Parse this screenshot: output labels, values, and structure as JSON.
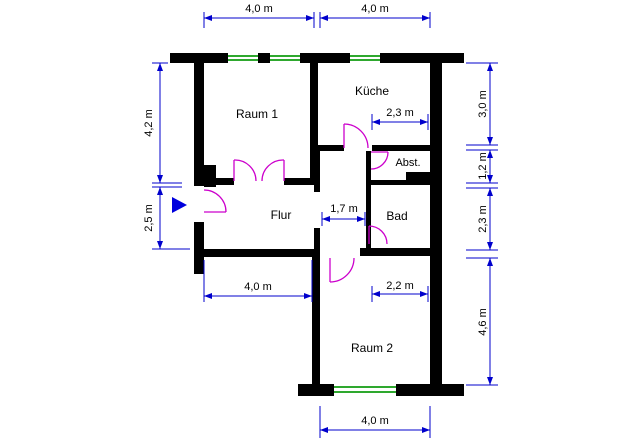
{
  "colors": {
    "wall": "#000000",
    "dimension": "#0000cc",
    "door": "#cc00cc",
    "window": "#2ea82e",
    "entrance_marker": "#0000dd",
    "background": "#ffffff"
  },
  "rooms": {
    "raum1": "Raum 1",
    "kueche": "Küche",
    "abst": "Abst.",
    "flur": "Flur",
    "bad": "Bad",
    "raum2": "Raum 2"
  },
  "dimensions": {
    "top_left": "4,0 m",
    "top_right": "4,0 m",
    "left_upper": "4,2 m",
    "left_lower": "2,5 m",
    "right_1": "3,0 m",
    "right_2": "1,2 m",
    "right_3": "2,3 m",
    "right_4": "4,6 m",
    "kueche_width": "2,3 m",
    "flur_width": "1,7 m",
    "raum1_bottom": "4,0 m",
    "raum2_width": "2,2 m",
    "bottom": "4,0 m"
  },
  "icons": {
    "entrance": "entrance-arrow-icon"
  }
}
